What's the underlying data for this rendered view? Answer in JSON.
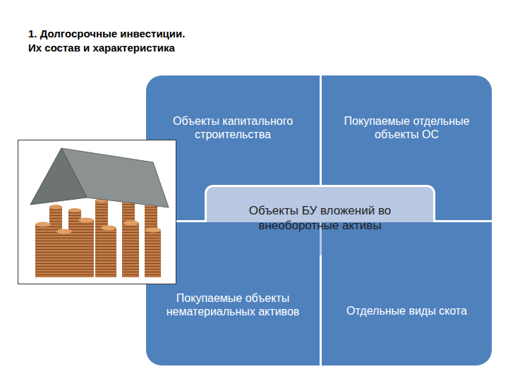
{
  "diagram": {
    "title": "1. Долгосрочные инвестиции. Их состав и характеристика",
    "nodes": [
      {
        "text": [
          "Объекты капитального строительства"
        ]
      },
      {
        "text": [
          "Покупаемые отдельные объекты ОС"
        ]
      },
      {
        "text": [
          "Объекты БУ вложений во внеоборотные активы"
        ]
      },
      {
        "text": [
          "Покупаемые объекты нематериальных активов"
        ]
      },
      {
        "text": [
          "Отдельные виды скота"
        ]
      }
    ]
  }
}
